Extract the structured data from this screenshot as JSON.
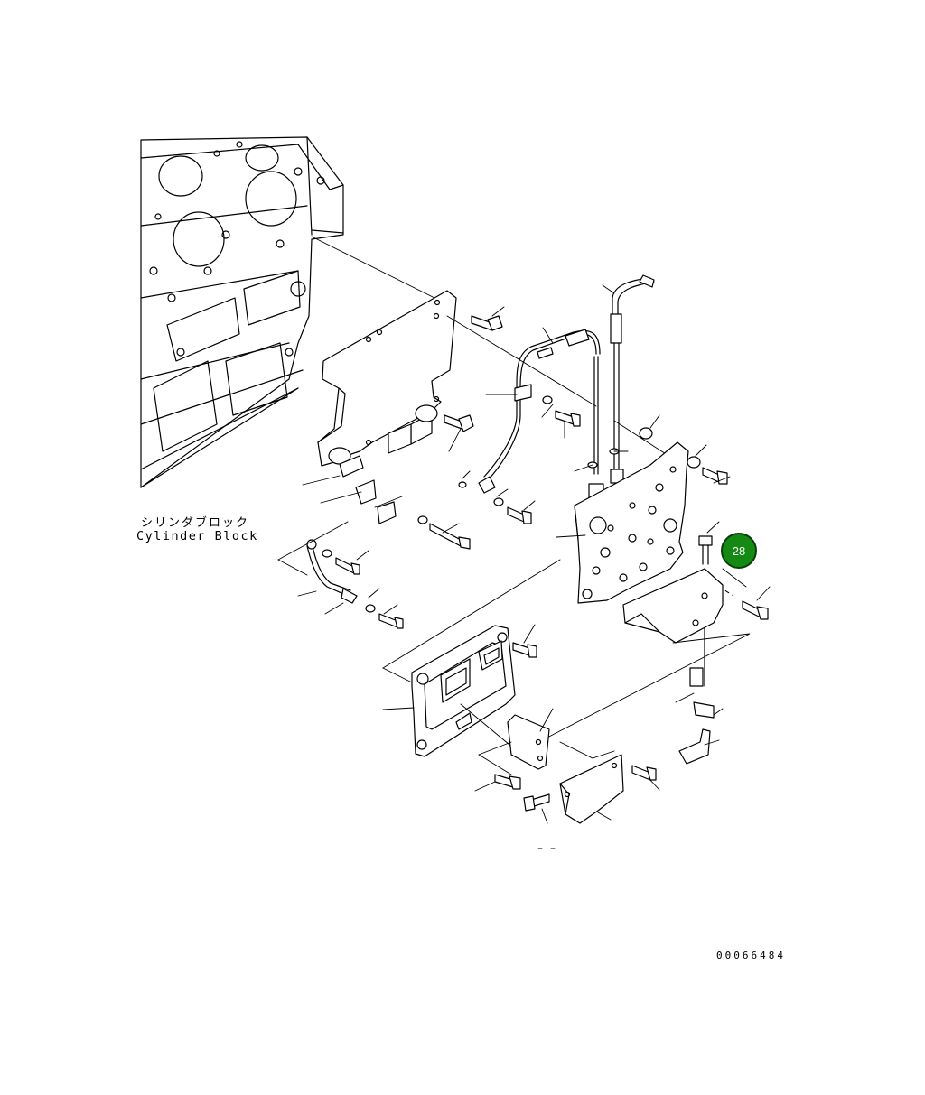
{
  "labels": {
    "cylinder_block_jp": "シリンダブロック",
    "cylinder_block_en": "Cylinder Block",
    "drawing_number": "00066484"
  },
  "callout": {
    "number": "28",
    "color": "#148a14"
  },
  "colors": {
    "line": "#000000",
    "background": "#ffffff"
  }
}
